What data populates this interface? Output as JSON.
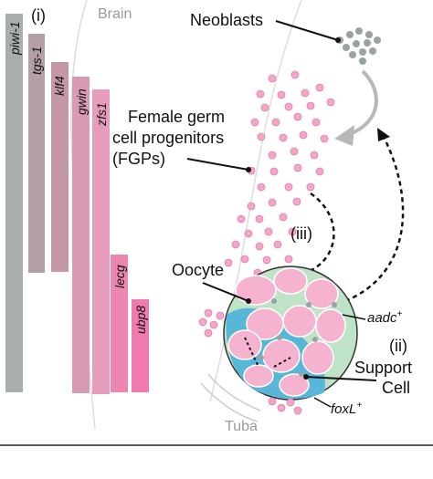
{
  "panel_labels": {
    "i": "(i)",
    "ii": "(ii)",
    "iii": "(iii)"
  },
  "genes": [
    {
      "name": "piwi-1",
      "color": "#a8aeae"
    },
    {
      "name": "tgs-1",
      "color": "#b49fa6"
    },
    {
      "name": "klf4",
      "color": "#c497a7"
    },
    {
      "name": "gwin",
      "color": "#d99ab4"
    },
    {
      "name": "zfs1",
      "color": "#e59cbd"
    },
    {
      "name": "lecg",
      "color": "#ec86b0"
    },
    {
      "name": "ubp8",
      "color": "#f079af"
    }
  ],
  "labels": {
    "brain": "Brain",
    "neoblasts": "Neoblasts",
    "fgp_line1": "Female germ",
    "fgp_line2": "cell progenitors",
    "fgp_line3": "(FGPs)",
    "oocyte": "Oocyte",
    "aadc": "aadc",
    "aadc_sup": "+",
    "support_line1": "Support",
    "support_line2": "Cell",
    "foxl": "foxL",
    "foxl_sup": "+",
    "tuba": "Tuba"
  },
  "colors": {
    "fgp_cell": "#f2a6c8",
    "oocyte": "#f5b3cf",
    "ovary_green": "#bfe3c6",
    "support_blue": "#58b6d8",
    "neoblast": "#9aa3a3"
  }
}
